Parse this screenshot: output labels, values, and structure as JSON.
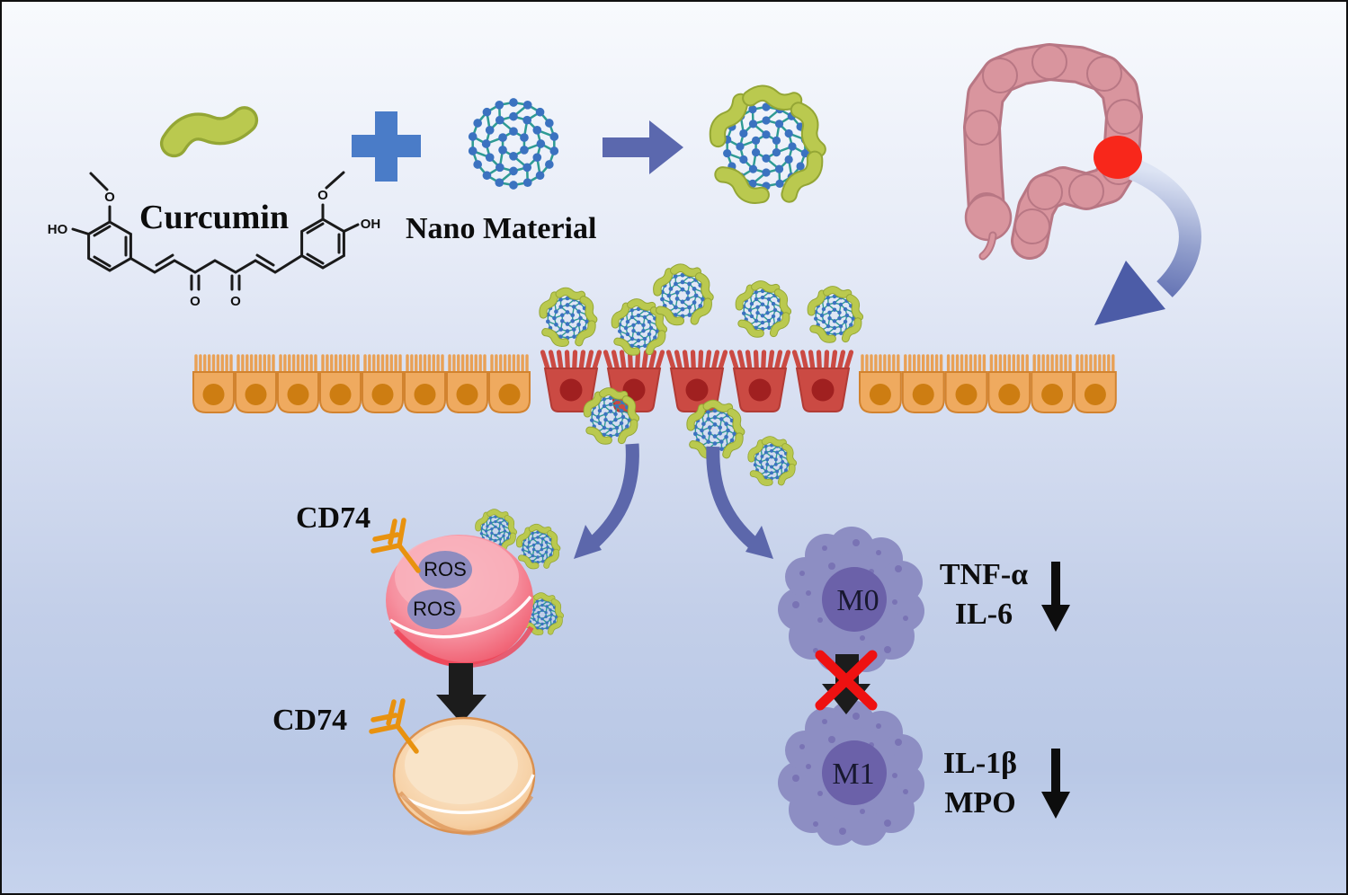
{
  "labels": {
    "curcumin": "Curcumin",
    "nano_material": "Nano Material",
    "cd74_top": "CD74",
    "cd74_bottom": "CD74",
    "ros_1": "ROS",
    "ros_2": "ROS",
    "m0": "M0",
    "m1": "M1"
  },
  "molecule": {
    "ho_left": "HO",
    "o_methoxy_left": "O",
    "o_methoxy_right": "O",
    "oh_right": "OH",
    "o_ketone_1": "O",
    "o_ketone_2": "O"
  },
  "cytokines": {
    "tnf": "TNF-α",
    "il6": "IL-6",
    "il1b": "IL-1β",
    "mpo": "MPO"
  },
  "epithelium": {
    "healthy_left_count": 8,
    "inflamed_count": 5,
    "healthy_right_count": 6
  },
  "colors": {
    "plus": "#4a7cc8",
    "arrow": "#5b68ae",
    "swoop_arrow": "#5c67ab",
    "fullerene_node": "#3b72c0",
    "fullerene_edge": "#2e9b94",
    "curcumin_blob": "#bac94f",
    "curcumin_blob_edge": "#94a635",
    "healthy_cell": "#efaa5f",
    "healthy_cell_edge": "#d2832f",
    "healthy_nucleus": "#cd7d12",
    "inflamed_cell": "#cb4a43",
    "inflamed_cell_edge": "#b23b35",
    "inflamed_nucleus": "#a02020",
    "intestine_light": "#d9959e",
    "intestine_dark": "#b87784",
    "inflammation_spot": "#f8271b",
    "macrophage_body": "#8d8ec3",
    "macrophage_dots": "#756fb2",
    "macrophage_nucleus": "#6b61a9",
    "antibody": "#e8920f",
    "ros_bubble": "#8e8cbf",
    "x_mark": "#ee1111",
    "black_arrow": "#1c1c1c",
    "bond": "#1a1a1a"
  }
}
